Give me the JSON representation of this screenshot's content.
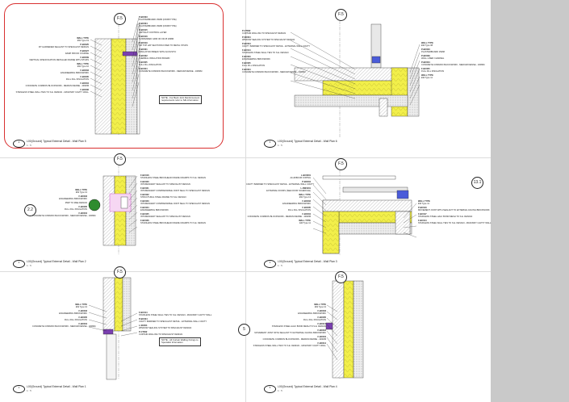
{
  "panels": [
    {
      "number": "2",
      "title": "L00(Ground) Typical External Detail - Wall Plan 5",
      "scale": "1 : 5"
    },
    {
      "number": "6",
      "title": "L00(Ground) Typical External Detail - Wall Plan 6",
      "scale": "1 : 5"
    },
    {
      "number": "4",
      "title": "L00(Ground) Typical External Detail - Wall Plan 2",
      "scale": "1 : 5"
    },
    {
      "number": "3",
      "title": "L00(Ground) Typical External Detail - Wall Plan 3",
      "scale": "1 : 5"
    },
    {
      "number": "1",
      "title": "L00(Ground) Typical External Detail - Wall Plan 1",
      "scale": "1 : 5"
    },
    {
      "number": "5",
      "title": "L00(Ground) Typical External Detail - Wall Plan 4",
      "scale": "1 : 5"
    }
  ],
  "grid_bubbles": [
    "F.5",
    "F.5",
    "F.5",
    "F.5",
    "F.5",
    "F.5",
    "2.2",
    "13.1",
    "5"
  ],
  "notes": [
    "NOTE - For Beck Joint Reinforcement\nrequirements refer to S/E information",
    "NOTE - All Curtain Walling Fixings to\nSpecialist Information"
  ],
  "annotations": {
    "p1_left": [
      {
        "code": "WALL TYPE",
        "text": "EW Type 19"
      },
      {
        "code": "P-BC025",
        "text": "FIT HARDENED SEALANT TO SPECIALIST DESIGN"
      },
      {
        "code": "P-BC027",
        "text": "DAMP PROOF COURSE"
      },
      {
        "code": "F-BC009",
        "text": "VERTICAL SPECIFICATION METALLED FRAME WITH STUDS"
      },
      {
        "code": "WALL TYPE",
        "text": "EW Type 10"
      },
      {
        "code": "F-BC003",
        "text": "ENGINEERING BRICKWORK"
      },
      {
        "code": "F-BC005",
        "text": "FULL FILL INSULATION"
      },
      {
        "code": "F-BC004",
        "text": "CONCRETE COMMON BLOCKWORK - MEDIUM DENSE - 100MM"
      },
      {
        "code": "F-BC006",
        "text": "STAINLESS STEEL WALL TIES TO S.E. DESIGN - MASONRY CAVITY WALL"
      }
    ],
    "p1_right": [
      {
        "code": "P-BC003",
        "text": "PLASTERBOARD 15MM (CWKB TYPE)"
      },
      {
        "code": "P-BC004",
        "text": "PLASTERBOARD 15MM (CWKB TYPE)"
      },
      {
        "code": "P-BC015",
        "text": "AIRTIGHT CONTROL LAYER"
      },
      {
        "code": "P-BC016",
        "text": "SUSPENDED GRID 30 OR 25 18MM"
      },
      {
        "code": "P-BC019",
        "text": "SIP TOP HAT SECTIONS FIXED TO METAL STUDS"
      },
      {
        "code": "P-BC021",
        "text": "INSULATION BREAK WITH ACOUSTIC"
      },
      {
        "code": "P-BC022",
        "text": "THERMAL INSULATION BOARD"
      },
      {
        "code": "F-BC005",
        "text": "FULL FILL INSULATION"
      },
      {
        "code": "F-BC004",
        "text": "CONCRETE COMMON BLOCKWORK - MEDIUM DENSE - 100MM"
      }
    ],
    "p2_left": [
      {
        "code": "P-CT002",
        "text": "CURTAIN WALLING TO SPECIALIST DESIGN"
      },
      {
        "code": "P-SK004",
        "text": "WINDOW SEALING SYSTEM TO SPECIALIST DESIGN"
      },
      {
        "code": "P-BC004",
        "text": "CAVITY BARRIER TO SPECIALIST DETAIL - EXTERNAL WALL CAVITY"
      },
      {
        "code": "F-BC014",
        "text": "STAINLESS STEEL WALL TIES TO S.E. DESIGN"
      },
      {
        "code": "F-BC003",
        "text": "ENGINEERING BRICKWORK"
      },
      {
        "code": "F-BC005",
        "text": "FULL FILL INSULATION"
      },
      {
        "code": "F-BC004",
        "text": "CONCRETE COMMON BLOCKWORK - MEDIUM DENSE - 100MM"
      }
    ],
    "p2_right": [
      {
        "code": "WALL TYPE",
        "text": "EW Type 08"
      },
      {
        "code": "P-BC003",
        "text": "PLASTERBOARD 15MM"
      },
      {
        "code": "P-BC009",
        "text": "WALL LINER CHANNEL"
      },
      {
        "code": "P-BC004",
        "text": "CONCRETE COMMON BLOCKWORK - MEDIUM DENSE - 100MM"
      },
      {
        "code": "F-BC005",
        "text": "FULL FILL INSULATION"
      },
      {
        "code": "WALL TYPE",
        "text": "EW Type 11"
      }
    ],
    "p3_left": [
      {
        "code": "WALL TYPE",
        "text": "EW Type 13"
      },
      {
        "code": "F-BC003",
        "text": "ENGINEERING BRICKWORK"
      },
      {
        "code": "",
        "text": "RWP TO M&E DESIGN"
      },
      {
        "code": "F-BC005",
        "text": "FULL FILL INSULATION"
      },
      {
        "code": "F-BC004",
        "text": "CONCRETE COMMON BLOCKWORK - MEDIUM DENSE - 100MM"
      }
    ],
    "p3_right": [
      {
        "code": "F-BC016",
        "text": "STAINLESS STEEL BRICKHEAD FRAME CRAMPS TO S.E. DESIGN"
      },
      {
        "code": "F-BC020",
        "text": "INTUMESCENT SEALANT TO SPECIALIST DESIGN"
      },
      {
        "code": "F-BC021",
        "text": "INTUMESCENT COMPRESSIBLE JOINT SEAL TO SPECIALIST DESIGN"
      },
      {
        "code": "F-BC022",
        "text": "STRUCTURAL STEEL FRAME TO S.E. DESIGN"
      },
      {
        "code": "F-BC023",
        "text": "INTUMESCENT COMPRESSIBLE JOINT SEAL TO SPECIALIST DESIGN"
      },
      {
        "code": "F-BC024",
        "text": "ENGINEERING BRICKWORK"
      },
      {
        "code": "F-BC025",
        "text": "INTUMESCENT SEALANT TO SPECIALIST DESIGN"
      },
      {
        "code": "F-BC026",
        "text": "STAINLESS STEEL BRICKHEAD FRAME CRAMPS TO S.E. DESIGN"
      }
    ],
    "p4_left": [
      {
        "code": "L-BC0001",
        "text": "ALUMINIUM COPING"
      },
      {
        "code": "P-BC004",
        "text": "CAVITY BARRIER TO SPECIALIST DETAIL - EXTERNAL WALL CAVITY"
      },
      {
        "code": "L-DW1001",
        "text": "EXTERNAL DOORS (SEE DOOR SCHEDULE)"
      },
      {
        "code": "WALL TYPE",
        "text": "EW Type 13"
      },
      {
        "code": "F-BC003",
        "text": "ENGINEERING BRICKWORK"
      },
      {
        "code": "F-BC005",
        "text": "FULL FILL INSULATION"
      },
      {
        "code": "F-BC004",
        "text": "CONCRETE COMMON BLOCKWORK - MEDIUM DENSE - 100MM"
      },
      {
        "code": "WALL TYPE",
        "text": "EW Type 11"
      }
    ],
    "p4_right": [
      {
        "code": "WALL TYPE",
        "text": "EW Type 11"
      },
      {
        "code": "P-BC016",
        "text": "MOVEMENT JOINT WITH SEALANT TO EXTERNAL FACING BRICKWORK"
      },
      {
        "code": "F-BC017",
        "text": "STAINLESS STEEL HALF BOND MESH TO S.E. DESIGN"
      },
      {
        "code": "F-BC014",
        "text": "STAINLESS STEEL WALL TIES TO S.E. DESIGN - MASONRY CAVITY WALL"
      }
    ],
    "p5_left": [
      {
        "code": "WALL TYPE",
        "text": "EW Type 13"
      },
      {
        "code": "F-BC003",
        "text": "ENGINEERING BRICKWORK"
      },
      {
        "code": "F-BC005",
        "text": "FULL FILL INSULATION"
      },
      {
        "code": "F-BC004",
        "text": "CONCRETE COMMON BLOCKWORK - MEDIUM DENSE - 100MM"
      }
    ],
    "p5_right": [
      {
        "code": "F-BC014",
        "text": "STAINLESS STEEL WALL TIES TO S.E. DESIGN - MASONRY CAVITY WALL"
      },
      {
        "code": "P-BC004",
        "text": "CAVITY BARRIER TO SPECIALIST DETAIL - EXTERNAL WALL CAVITY"
      },
      {
        "code": "L-SK004",
        "text": "WINDOW SEALING SYSTEM TO SPECIALIST DESIGN"
      },
      {
        "code": "P-CT002",
        "text": "CURTAIN WALLING TO SPECIALIST DESIGN"
      }
    ],
    "p6_left": [
      {
        "code": "WALL TYPE",
        "text": "EW Type 13"
      },
      {
        "code": "F-BC003",
        "text": "ENGINEERING BRICKWORK"
      },
      {
        "code": "F-BC005",
        "text": "FULL FILL INSULATION"
      },
      {
        "code": "F-BC017",
        "text": "STAINLESS STEEL HALF BOND MESH TO S.E. DESIGN"
      },
      {
        "code": "F-BC016",
        "text": "MOVEMENT JOINT WITH SEALANT TO EXTERNAL FACING BRICKWORK"
      },
      {
        "code": "F-BC004",
        "text": "CONCRETE COMMON BLOCKWORK - MEDIUM DENSE - 100MM"
      },
      {
        "code": "F-BC014",
        "text": "STAINLESS STEEL WALL TIES TO S.E. DESIGN - MASONRY CAVITY WALL"
      }
    ]
  },
  "colors": {
    "insulation": "#f2ef4a",
    "brick_hatch": "#d8d8d8",
    "purple": "#7a3fb0",
    "green": "#2f8c2f",
    "blue": "#4a5bd9",
    "revision_cloud": "#d93030",
    "sidebar": "#c9c9c9"
  }
}
